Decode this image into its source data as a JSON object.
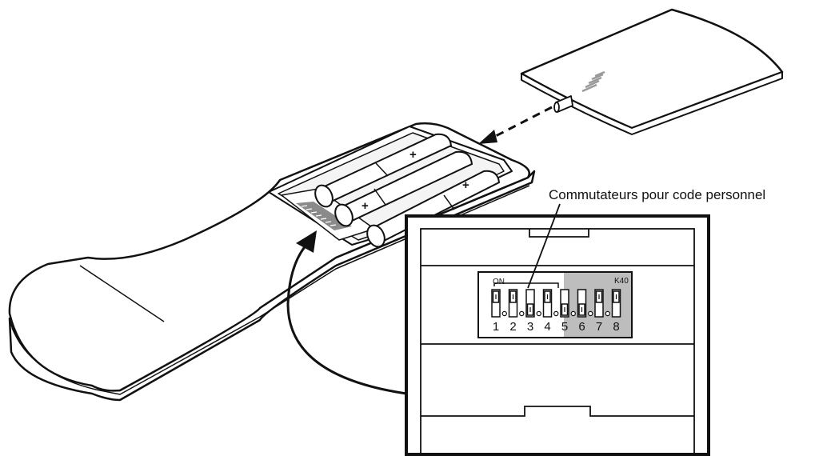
{
  "callout": {
    "label": "Commutateurs pour code personnel"
  },
  "dip_switch": {
    "on_label": "ON",
    "model_label": "K40",
    "switches": [
      {
        "number": "1",
        "state": "up"
      },
      {
        "number": "2",
        "state": "up"
      },
      {
        "number": "3",
        "state": "down"
      },
      {
        "number": "4",
        "state": "up"
      },
      {
        "number": "5",
        "state": "down"
      },
      {
        "number": "6",
        "state": "down"
      },
      {
        "number": "7",
        "state": "up"
      },
      {
        "number": "8",
        "state": "up"
      }
    ]
  },
  "colors": {
    "line": "#111111",
    "highlight_gray": "#bdbdbd",
    "background": "#ffffff"
  }
}
